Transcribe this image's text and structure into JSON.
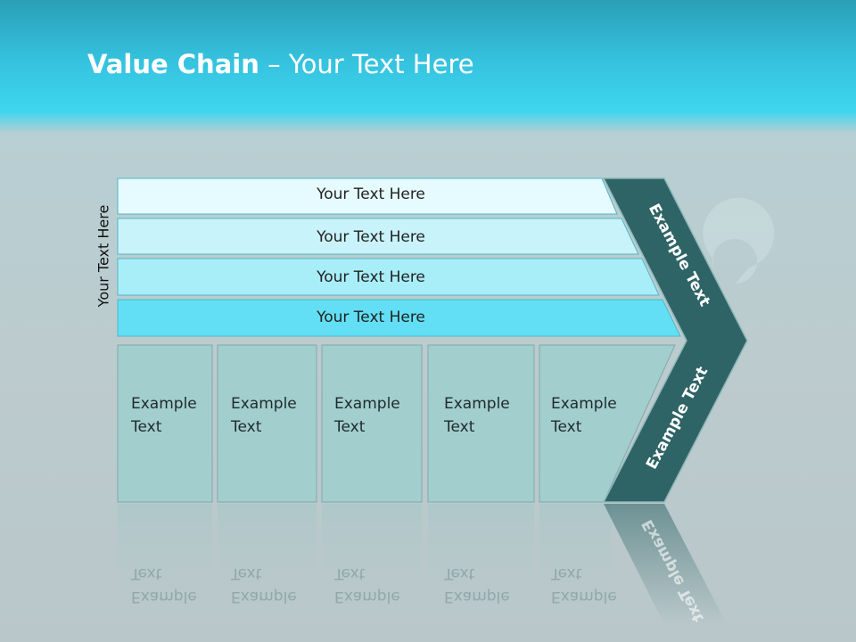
{
  "slide": {
    "title_bold": "Value Chain",
    "title_rest": " – Your Text Here",
    "side_label": "Your Text Here"
  },
  "rows": [
    {
      "label": "Your Text Here",
      "color": "#e6fbff"
    },
    {
      "label": "Your Text Here",
      "color": "#c9f3fb"
    },
    {
      "label": "Your Text Here",
      "color": "#a8eef9"
    },
    {
      "label": "Your Text Here",
      "color": "#62dff4"
    }
  ],
  "columns": [
    {
      "label": "Example\nText",
      "line1": "Example",
      "line2": "Text"
    },
    {
      "label": "Example\nText",
      "line1": "Example",
      "line2": "Text"
    },
    {
      "label": "Example\nText",
      "line1": "Example",
      "line2": "Text"
    },
    {
      "label": "Example\nText",
      "line1": "Example",
      "line2": "Text"
    },
    {
      "label": "Example\nText",
      "line1": "Example",
      "line2": "Text"
    }
  ],
  "chevron": {
    "upper_label": "Example Text",
    "lower_label": "Example Text",
    "color": "#2e6466"
  },
  "colors": {
    "column_fill": "#a2cece",
    "column_stroke": "#7fa9ab"
  }
}
